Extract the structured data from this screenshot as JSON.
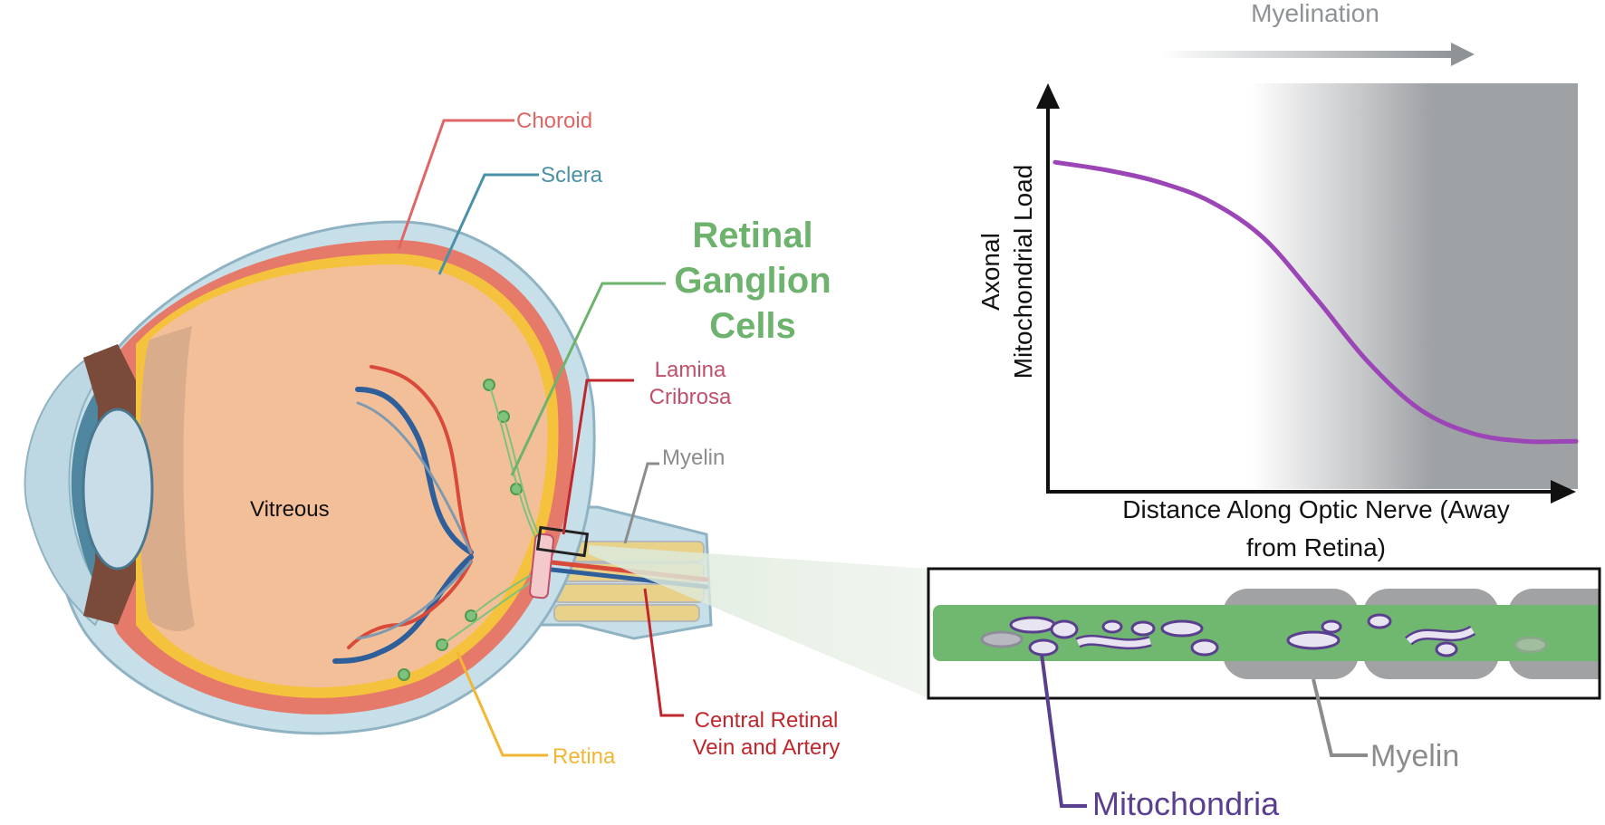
{
  "labels": {
    "choroid": "Choroid",
    "sclera": "Sclera",
    "rgc_line1": "Retinal",
    "rgc_line2": "Ganglion",
    "rgc_line3": "Cells",
    "lamina_line1": "Lamina",
    "lamina_line2": "Cribrosa",
    "myelin_small": "Myelin",
    "vitreous": "Vitreous",
    "retina": "Retina",
    "crva_line1": "Central Retinal",
    "crva_line2": "Vein and Artery",
    "myelin_large": "Myelin",
    "mitochondria": "Mitochondria"
  },
  "chart": {
    "myelination_label": "Myelination",
    "ylabel_line1": "Axonal",
    "ylabel_line2": "Mitochondrial Load",
    "xlabel_line1": "Distance Along Optic Nerve (Away",
    "xlabel_line2": "from Retina)"
  },
  "colors": {
    "choroid": "#e06666",
    "sclera": "#4a90a8",
    "rgc": "#6db36d",
    "lamina": "#c0506a",
    "myelin": "#8c8c8c",
    "retina": "#f2b632",
    "crva": "#c0272d",
    "mitochondria": "#5b3f8f",
    "curve": "#9b45b7",
    "axon_green": "#70b870"
  },
  "chart_data": {
    "type": "line",
    "title": "",
    "xlabel": "Distance Along Optic Nerve (Away from Retina)",
    "ylabel": "Axonal Mitochondrial Load",
    "series": [
      {
        "name": "",
        "values": [
          0.82,
          0.8,
          0.77,
          0.72,
          0.63,
          0.48,
          0.32,
          0.2,
          0.14,
          0.12,
          0.12
        ]
      }
    ],
    "x": [
      0,
      0.1,
      0.2,
      0.3,
      0.4,
      0.5,
      0.6,
      0.7,
      0.8,
      0.9,
      1.0
    ],
    "shaded_region": "myelinated segment (right side)"
  }
}
